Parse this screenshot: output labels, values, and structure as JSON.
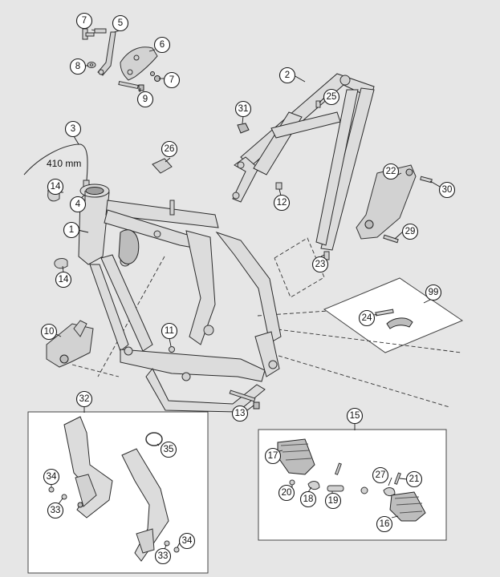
{
  "diagram": {
    "hose_length_note": "410 mm",
    "callouts": [
      {
        "id": "c1",
        "label": "1"
      },
      {
        "id": "c2",
        "label": "2"
      },
      {
        "id": "c3",
        "label": "3"
      },
      {
        "id": "c4",
        "label": "4"
      },
      {
        "id": "c5",
        "label": "5"
      },
      {
        "id": "c6",
        "label": "6"
      },
      {
        "id": "c7a",
        "label": "7"
      },
      {
        "id": "c7b",
        "label": "7"
      },
      {
        "id": "c8",
        "label": "8"
      },
      {
        "id": "c9",
        "label": "9"
      },
      {
        "id": "c10",
        "label": "10"
      },
      {
        "id": "c11",
        "label": "11"
      },
      {
        "id": "c12",
        "label": "12"
      },
      {
        "id": "c13",
        "label": "13"
      },
      {
        "id": "c14a",
        "label": "14"
      },
      {
        "id": "c14b",
        "label": "14"
      },
      {
        "id": "c15",
        "label": "15"
      },
      {
        "id": "c16",
        "label": "16"
      },
      {
        "id": "c17",
        "label": "17"
      },
      {
        "id": "c18",
        "label": "18"
      },
      {
        "id": "c19",
        "label": "19"
      },
      {
        "id": "c20",
        "label": "20"
      },
      {
        "id": "c21",
        "label": "21"
      },
      {
        "id": "c22",
        "label": "22"
      },
      {
        "id": "c23",
        "label": "23"
      },
      {
        "id": "c24",
        "label": "24"
      },
      {
        "id": "c25",
        "label": "25"
      },
      {
        "id": "c26",
        "label": "26"
      },
      {
        "id": "c27",
        "label": "27"
      },
      {
        "id": "c29",
        "label": "29"
      },
      {
        "id": "c30",
        "label": "30"
      },
      {
        "id": "c31",
        "label": "31"
      },
      {
        "id": "c32",
        "label": "32"
      },
      {
        "id": "c33a",
        "label": "33"
      },
      {
        "id": "c33b",
        "label": "33"
      },
      {
        "id": "c34a",
        "label": "34"
      },
      {
        "id": "c34b",
        "label": "34"
      },
      {
        "id": "c35",
        "label": "35"
      },
      {
        "id": "c99",
        "label": "99"
      }
    ]
  }
}
